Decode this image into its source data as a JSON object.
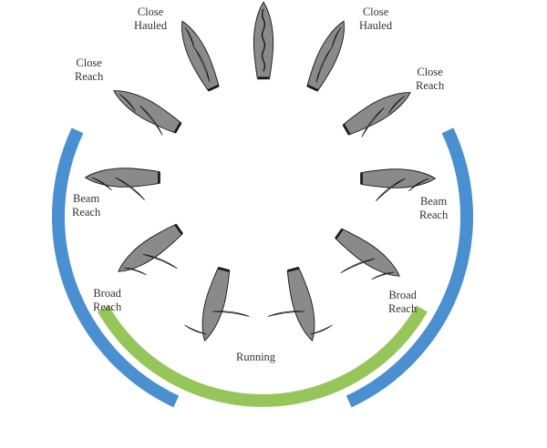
{
  "title": "Points of Sail",
  "colors": {
    "hull": "#8a8a8a",
    "hull_stroke": "#1a1a1a",
    "sail": "#d9d9d9",
    "blue_arc": "#4a8fd0",
    "green_arc": "#96c65a",
    "text": "#333333"
  },
  "labels": {
    "close_hauled_left": [
      "Close",
      "Hauled"
    ],
    "close_hauled_right": [
      "Close",
      "Hauled"
    ],
    "close_reach_left": [
      "Close",
      "Reach"
    ],
    "close_reach_right": [
      "Close",
      "Reach"
    ],
    "beam_reach_left": [
      "Beam",
      "Reach"
    ],
    "beam_reach_right": [
      "Beam",
      "Reach"
    ],
    "broad_reach_left": [
      "Broad",
      "Reach"
    ],
    "broad_reach_right": [
      "Broad",
      "Reach"
    ],
    "running": "Running"
  },
  "boats": [
    {
      "name": "in-irons",
      "heading_deg": 0,
      "sails": "luffing"
    },
    {
      "name": "close-hauled-left",
      "heading_deg": -25,
      "sails": "close"
    },
    {
      "name": "close-hauled-right",
      "heading_deg": 25,
      "sails": "close"
    },
    {
      "name": "close-reach-left",
      "heading_deg": -60,
      "sails": "close-reach"
    },
    {
      "name": "close-reach-right",
      "heading_deg": 60,
      "sails": "close-reach"
    },
    {
      "name": "beam-reach-left",
      "heading_deg": -90,
      "sails": "beam"
    },
    {
      "name": "beam-reach-right",
      "heading_deg": 90,
      "sails": "beam"
    },
    {
      "name": "broad-reach-left",
      "heading_deg": -125,
      "sails": "broad"
    },
    {
      "name": "broad-reach-right",
      "heading_deg": 125,
      "sails": "broad"
    },
    {
      "name": "running-left",
      "heading_deg": -165,
      "sails": "run"
    },
    {
      "name": "running-right",
      "heading_deg": 165,
      "sails": "run"
    }
  ]
}
